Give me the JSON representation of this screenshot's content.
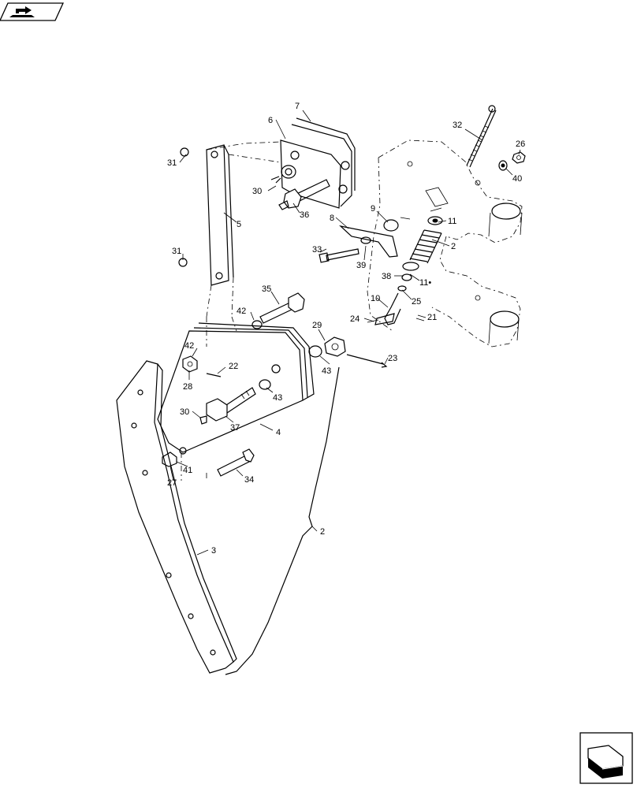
{
  "icons": {
    "top_left": "back-navigation-icon",
    "bottom_right": "next-page-arrow-icon"
  },
  "labels": {
    "p32": "32",
    "p26": "26",
    "p40": "40",
    "p7": "7",
    "p6": "6",
    "p31a": "31",
    "p30a": "30",
    "p36": "36",
    "p5": "5",
    "p31b": "31",
    "p9": "9",
    "p8": "8",
    "p11a": "11",
    "p2a": "2",
    "p33": "33",
    "p39": "39",
    "p38": "38",
    "p11b": "11•",
    "p25": "25",
    "p10": "10",
    "p24": "24",
    "p21": "21",
    "p35": "35",
    "p42a": "42",
    "p29": "29",
    "p23": "23",
    "p42b": "42",
    "p22": "22",
    "p28": "28",
    "p43a": "43",
    "p43b": "43",
    "p30b": "30",
    "p37": "37",
    "p4": "4",
    "p41": "41",
    "p27": "27",
    "p34": "34",
    "p2b": "2",
    "p3": "3"
  }
}
